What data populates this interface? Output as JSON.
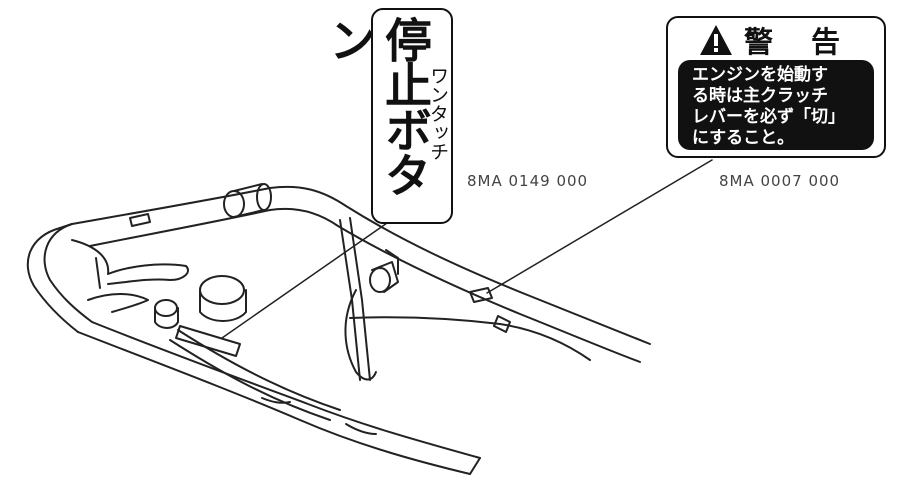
{
  "stop_label": {
    "main_text": "停止ボタン",
    "sub_text": "ワンタッチ",
    "part_number": "8MA 0149 000"
  },
  "warning_label": {
    "title": "警 告",
    "icon": "warning-triangle-icon",
    "lines": [
      "エンジンを始動す",
      "る時は主クラッチ",
      "レバーを必ず「切」",
      "にすること。"
    ],
    "part_number": "8MA 0007 000"
  }
}
